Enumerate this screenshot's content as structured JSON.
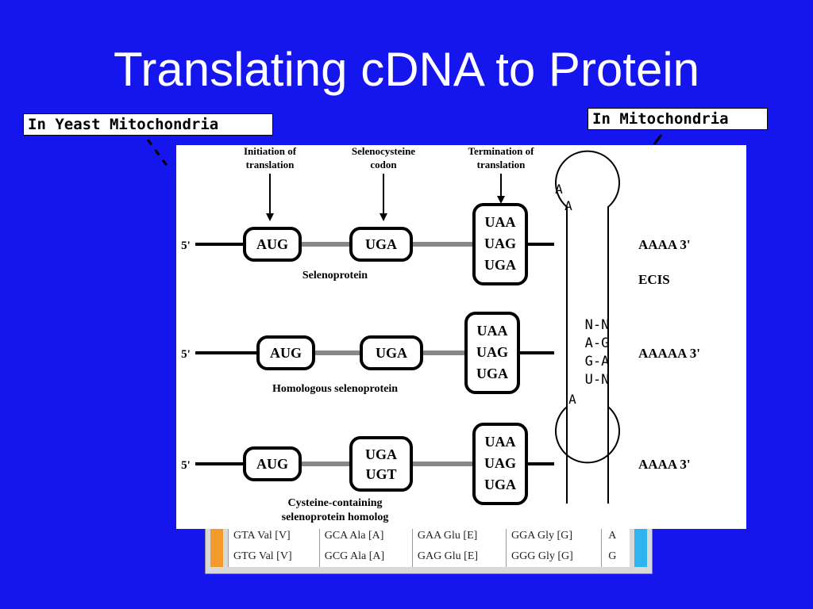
{
  "slide_title": "Translating cDNA to Protein",
  "callouts": {
    "yeast": "In Yeast Mitochondria",
    "mito": "In Mitochondria"
  },
  "diagram": {
    "labels": {
      "initiation": [
        "Initiation of",
        "translation"
      ],
      "selenocysteine": [
        "Selenocysteine",
        "codon"
      ],
      "termination": [
        "Termination of",
        "translation"
      ]
    },
    "rows": [
      {
        "five_prime": "5'",
        "start_codon": "AUG",
        "sec_codons": [
          "UGA"
        ],
        "stop_codons": [
          "UAA",
          "UAG",
          "UGA"
        ],
        "poly_a": "AAAA  3'",
        "caption": [
          "Selenoprotein"
        ],
        "secis_label": "ECIS"
      },
      {
        "five_prime": "5'",
        "start_codon": "AUG",
        "sec_codons": [
          "UGA"
        ],
        "stop_codons": [
          "UAA",
          "UAG",
          "UGA"
        ],
        "poly_a": "AAAAA  3'",
        "caption": [
          "Homologous selenoprotein"
        ]
      },
      {
        "five_prime": "5'",
        "start_codon": "AUG",
        "sec_codons": [
          "UGA",
          "UGT"
        ],
        "stop_codons": [
          "UAA",
          "UAG",
          "UGA"
        ],
        "poly_a": "AAAA  3'",
        "caption": [
          "Cysteine-containing",
          "selenoprotein homolog"
        ]
      }
    ],
    "hairpin": {
      "loop_bases": [
        "A",
        "A"
      ],
      "pairs": [
        "N-N",
        "A-G",
        "G-A",
        "U-N"
      ],
      "bulge": "A"
    }
  },
  "codon_table": {
    "rows": [
      {
        "cells": [
          "GTA Val [V]",
          "GCA Ala [A]",
          "GAA  Glu  [E]",
          "GGA Gly [G]"
        ],
        "base": "A"
      },
      {
        "cells": [
          "GTG Val [V]",
          "GCG Ala [A]",
          "GAG  Glu  [E]",
          "GGG Gly [G]"
        ],
        "base": "G"
      }
    ]
  }
}
